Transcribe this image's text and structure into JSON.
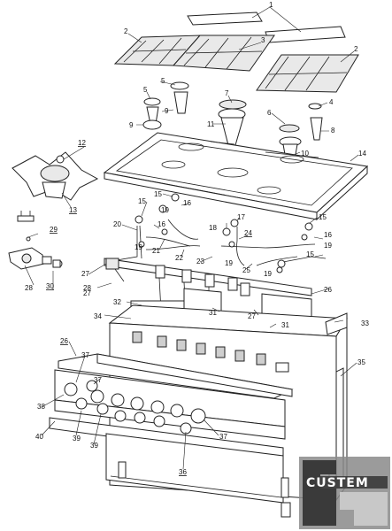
{
  "figure": {
    "callouts": [
      "1",
      "2",
      "2",
      "3",
      "4",
      "5",
      "5",
      "6",
      "7",
      "8",
      "9",
      "9",
      "10",
      "11",
      "12",
      "13",
      "14",
      "15",
      "15",
      "15",
      "15",
      "16",
      "16",
      "16",
      "17",
      "18",
      "19",
      "19",
      "19",
      "19",
      "19",
      "20",
      "21",
      "22",
      "23",
      "24",
      "25",
      "26",
      "26",
      "27",
      "27",
      "27",
      "28",
      "28",
      "29",
      "30",
      "31",
      "31",
      "32",
      "33",
      "34",
      "35",
      "37",
      "37",
      "37",
      "38",
      "39",
      "39",
      "40",
      "36"
    ]
  },
  "logo": {
    "text": "CUSTEM",
    "colors": {
      "dark": "#3a3a3a",
      "mid": "#8a8a8a",
      "light": "#c8c8c8"
    }
  }
}
